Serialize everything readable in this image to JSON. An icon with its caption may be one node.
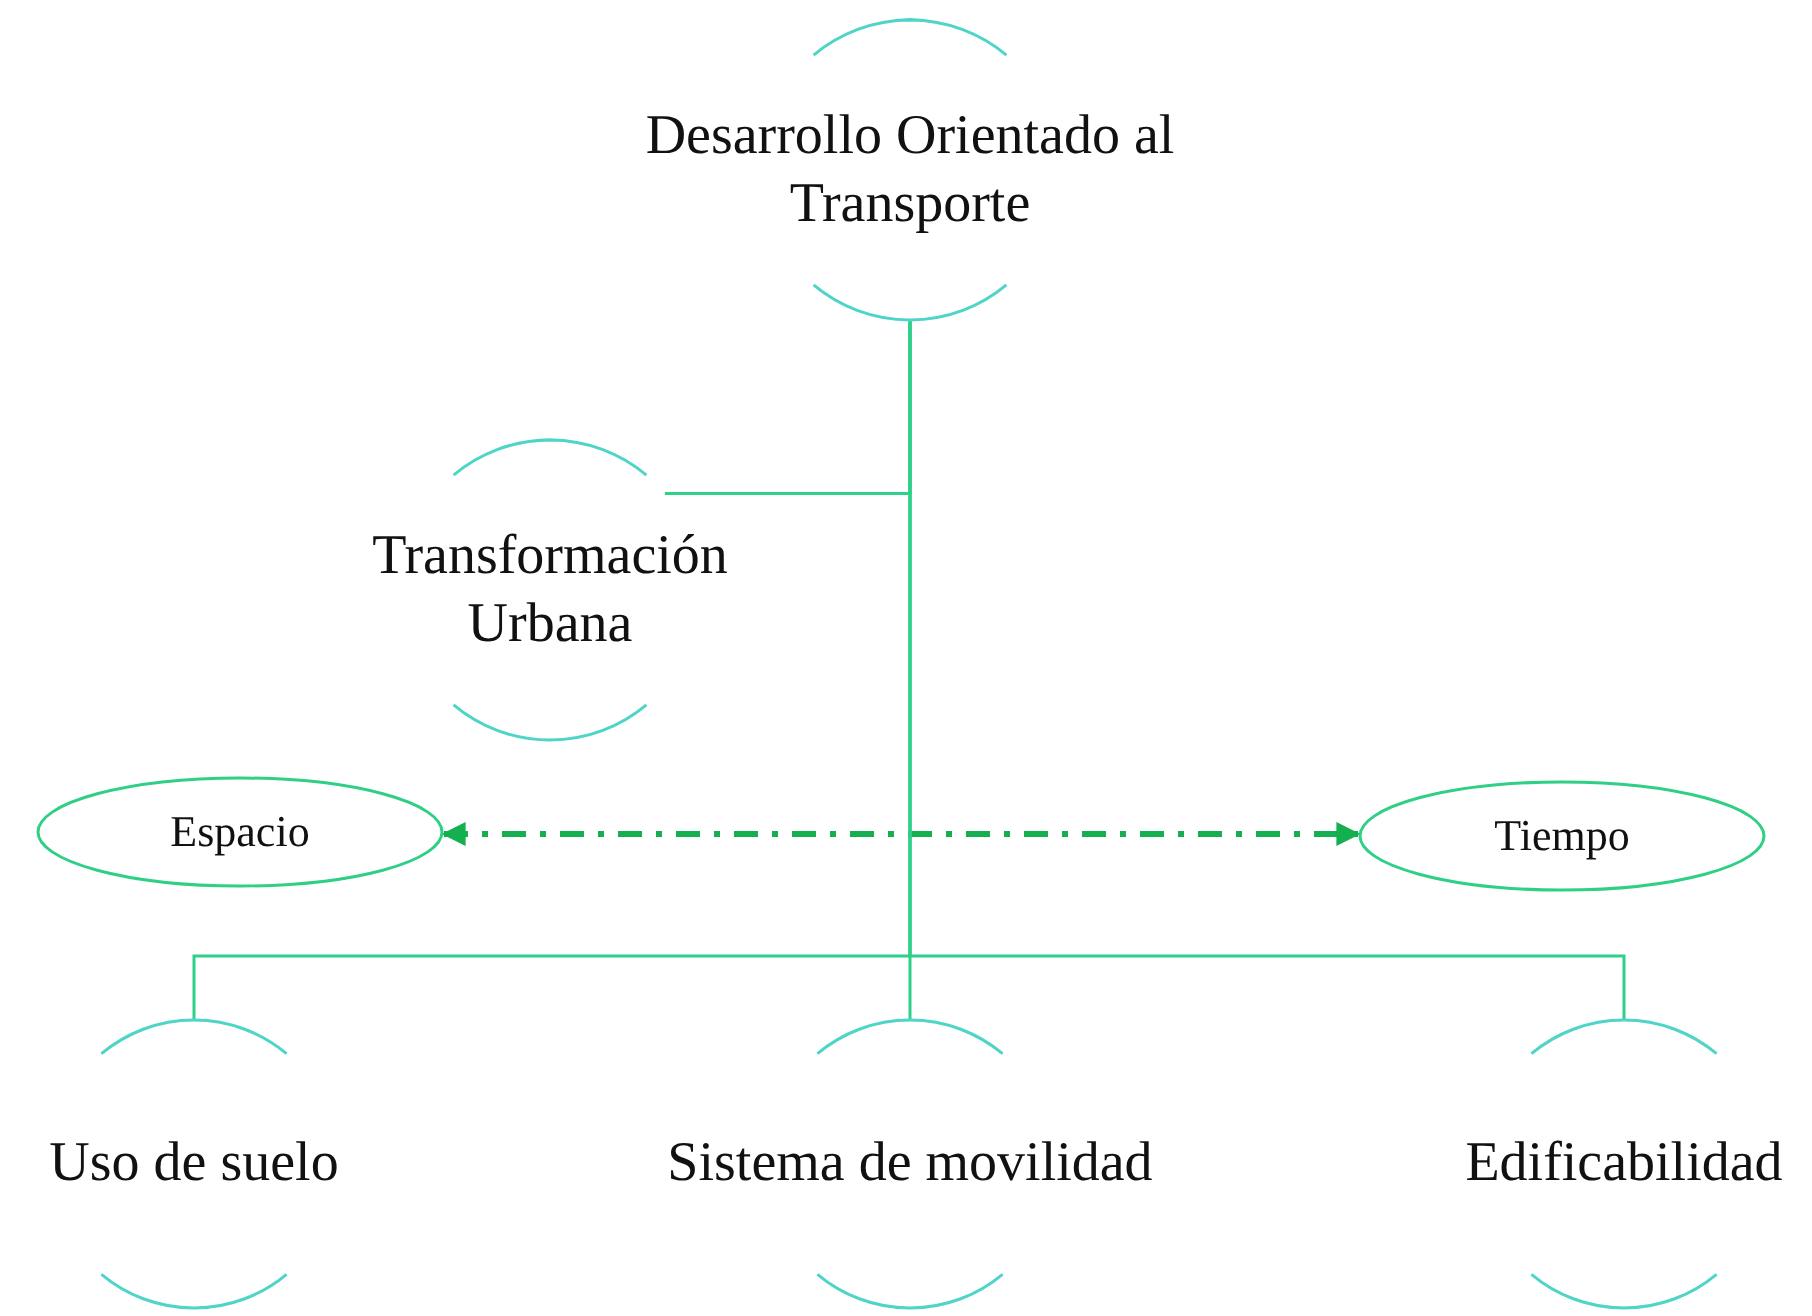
{
  "diagram": {
    "nodes": [
      {
        "text": [
          "Desarrollo Orientado al Transporte"
        ]
      },
      {
        "text": [
          "Transformación Urbana"
        ]
      },
      {
        "text": [
          "Espacio"
        ]
      },
      {
        "text": [
          "Tiempo"
        ]
      },
      {
        "text": [
          "Uso de suelo"
        ]
      },
      {
        "text": [
          "Sistema de movilidad"
        ]
      },
      {
        "text": [
          "Edificabilidad"
        ]
      }
    ],
    "edges": [
      {
        "from": 0,
        "to": 1,
        "arrow": "none"
      },
      {
        "from": 2,
        "to": 3,
        "arrow": "both",
        "style": "dashed",
        "color": "#14b050"
      },
      {
        "from": 0,
        "to": 4,
        "arrow": "none"
      },
      {
        "from": 0,
        "to": 5,
        "arrow": "none"
      },
      {
        "from": 0,
        "to": 6,
        "arrow": "none"
      }
    ]
  }
}
